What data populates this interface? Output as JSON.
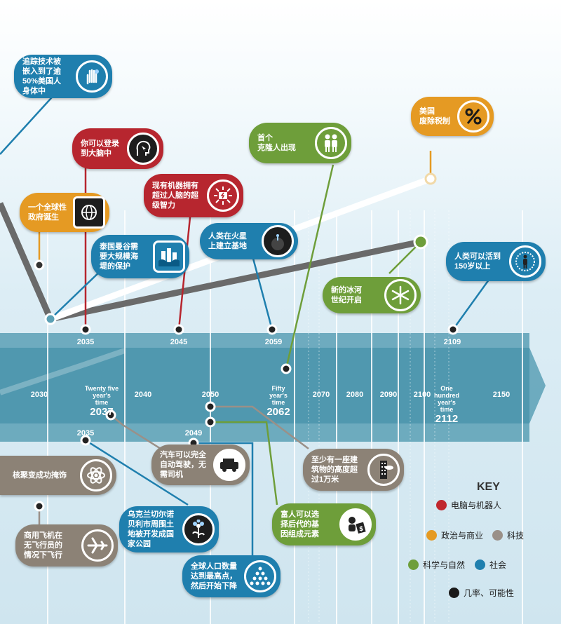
{
  "events": {
    "tracking": "追踪技术被\n嵌入到了逾\n50%美国人\n身体中",
    "brain_login": "你可以登录\n到大脑中",
    "global_gov": "一个全球性\n政府诞生",
    "bangkok": "泰国曼谷需\n要大规模海\n堤的保护",
    "superintelligence": "现有机器拥有\n超过人脑的超\n级智力",
    "mars": "人类在火星\n上建立基地",
    "clone": "首个\n克隆人出现",
    "income_tax": "美国\n废除税制",
    "ice_age": "新的冰河\n世纪开启",
    "live150": "人类可以活到\n150岁以上",
    "fusion": "核聚变成功掩饰",
    "pilotless": "商用飞机在\n无飞行员的\n情况下飞行",
    "ukraine": "乌克兰切尔诺\n贝利市周围土\n地被开发成国\n家公园",
    "selfdriving": "汽车可以完全\n自动驾驶，无\n需司机",
    "population": "全球人口数量\n达到最高点，\n然后开始下降",
    "genes": "富人可以选\n择后代的基\n因组成元素",
    "tower": "至少有一座建\n筑物的高度超\n过1万米"
  },
  "axis": {
    "upper_years": [
      "2035",
      "2045",
      "2059",
      "2109"
    ],
    "lower_years": [
      "2030",
      "2040",
      "2050",
      "2070",
      "2080",
      "2090",
      "2100",
      "2150",
      "2035",
      "2049"
    ],
    "milestones": [
      {
        "caption": "Twenty five\nyear's\ntime",
        "year": "2037"
      },
      {
        "caption": "Fifty\nyear's\ntime",
        "year": "2062"
      },
      {
        "caption": "One\nhundred\nyear's\ntime",
        "year": "2112"
      }
    ]
  },
  "key": {
    "title": "KEY",
    "items": [
      "电脑与机器人",
      "政治与商业",
      "科技",
      "科学与自然",
      "社会",
      "几率、可能性"
    ],
    "colors": [
      "#c0272d",
      "#e59a23",
      "#9a9088",
      "#6e9e3a",
      "#1f7fae",
      "#1a1a1a"
    ]
  },
  "icons": [
    "hand-icon",
    "head-cursor-icon",
    "globe-icon",
    "flood-city-icon",
    "chip-icon",
    "planet-icon",
    "people-icon",
    "percent-icon",
    "snowflake-icon",
    "clock-person-icon",
    "atom-icon",
    "airplane-icon",
    "flower-icon",
    "car-icon",
    "population-pyramid-icon",
    "baby-money-icon",
    "skyscraper-icon"
  ]
}
